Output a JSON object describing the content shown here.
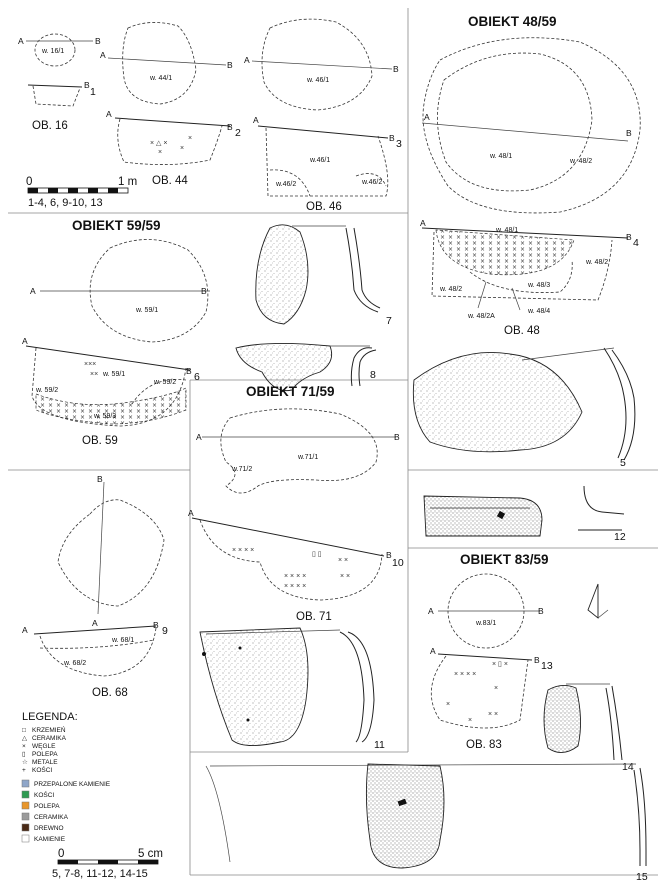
{
  "features": {
    "ob16": {
      "caption": "OB. 16",
      "plan_layer": "w. 16/1",
      "line_a": "A",
      "line_b": "B",
      "section_b": "B",
      "section_num": "1"
    },
    "ob44": {
      "caption": "OB. 44",
      "plan_layer": "w. 44/1",
      "line_a": "A",
      "line_b": "B",
      "section_a": "A",
      "section_b": "B",
      "section_num": "2"
    },
    "ob46": {
      "caption": "OB. 46",
      "plan_layer": "w. 46/1",
      "line_a": "A",
      "line_b": "B",
      "section_a": "A",
      "section_b": "B",
      "section_num": "3",
      "layers": [
        "w.46/1",
        "w.46/2",
        "w.46/2"
      ]
    },
    "ob48": {
      "heading": "OBIEKT 48/59",
      "caption": "OB. 48",
      "plan_layers": [
        "w. 48/1",
        "w. 48/2"
      ],
      "line_a": "A",
      "line_b": "B",
      "section_a": "A",
      "section_b": "B",
      "section_num": "4",
      "layers": [
        "w. 48/1",
        "w. 48/2",
        "w. 48/2",
        "w. 48/3",
        "w. 48/2A",
        "w. 48/4"
      ]
    },
    "ob59": {
      "heading": "OBIEKT 59/59",
      "caption": "OB. 59",
      "plan_layer": "w. 59/1",
      "line_a": "A",
      "line_b": "B",
      "section_a": "A",
      "section_b": "B",
      "section_num": "6",
      "layers": [
        "w. 59/1",
        "w. 59/2",
        "w. 59/2",
        "w. 59/3"
      ]
    },
    "ob68": {
      "caption": "OB. 68",
      "line_a": "A",
      "line_b": "B",
      "section_a": "A",
      "section_b": "B",
      "section_num": "9",
      "layers": [
        "w. 68/1",
        "w. 68/2"
      ]
    },
    "ob71": {
      "heading": "OBIEKT 71/59",
      "caption": "OB. 71",
      "plan_layers": [
        "w.71/1",
        "w.71/2"
      ],
      "line_a": "A",
      "line_b": "B",
      "section_a": "A",
      "section_b": "B",
      "section_num": "10"
    },
    "ob83": {
      "heading": "OBIEKT 83/59",
      "caption": "OB. 83",
      "plan_layer": "w.83/1",
      "line_a": "A",
      "line_b": "B",
      "section_a": "A",
      "section_b": "B",
      "section_num": "13"
    }
  },
  "finds": {
    "n5": "5",
    "n7": "7",
    "n8": "8",
    "n11": "11",
    "n12": "12",
    "n14": "14",
    "n15": "15"
  },
  "scale_m": {
    "zero": "0",
    "end": "1 m",
    "note": "1-4, 6, 9-10, 13"
  },
  "scale_cm": {
    "zero": "0",
    "end": "5 cm",
    "note": "5, 7-8, 11-12, 14-15"
  },
  "legend": {
    "title": "LEGENDA:",
    "symbols": [
      {
        "glyph": "□",
        "label": "KRZEMIEŃ"
      },
      {
        "glyph": "△",
        "label": "CERAMIKA"
      },
      {
        "glyph": "×",
        "label": "WĘGLE"
      },
      {
        "glyph": "▯",
        "label": "POLEPA"
      },
      {
        "glyph": "☆",
        "label": "METALE"
      },
      {
        "glyph": "+",
        "label": "KOŚCI"
      }
    ],
    "swatches": [
      {
        "color": "#8fa6c9",
        "label": "PRZEPALONE KAMIENIE"
      },
      {
        "color": "#2f9a52",
        "label": "KOŚCI"
      },
      {
        "color": "#e8962c",
        "label": "POLEPA"
      },
      {
        "color": "#9b9b9b",
        "label": "CERAMIKA"
      },
      {
        "color": "#4a2a16",
        "label": "DREWNO"
      },
      {
        "color": "#ffffff",
        "label": "KAMIENIE"
      }
    ]
  }
}
